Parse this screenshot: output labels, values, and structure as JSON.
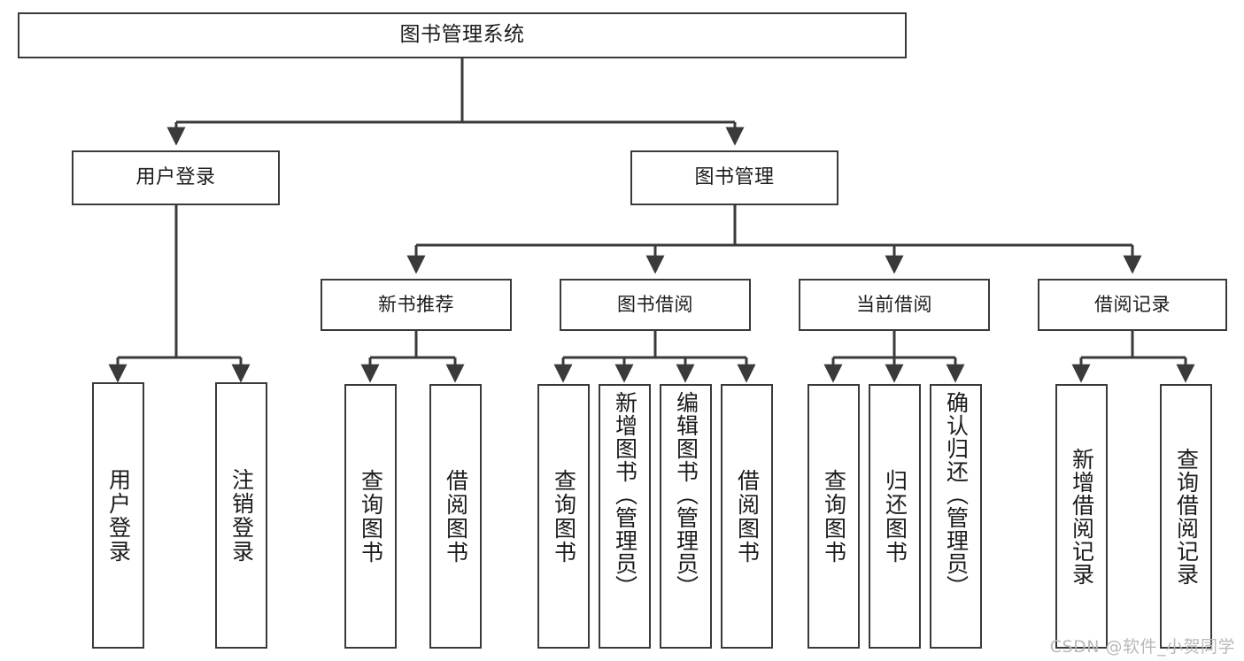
{
  "diagram": {
    "title": "图书管理系统",
    "type": "tree-hierarchy-chart",
    "watermark": "CSDN @软件_小贺同学",
    "root": {
      "label": "图书管理系统"
    },
    "level2": [
      {
        "label": "用户登录"
      },
      {
        "label": "图书管理"
      }
    ],
    "level3": [
      {
        "label": "新书推荐"
      },
      {
        "label": "图书借阅"
      },
      {
        "label": "当前借阅"
      },
      {
        "label": "借阅记录"
      }
    ],
    "leaves": {
      "user_login": [
        {
          "label": "用户登录"
        },
        {
          "label": "注销登录"
        }
      ],
      "new_book_recommend": [
        {
          "label": "查询图书"
        },
        {
          "label": "借阅图书"
        }
      ],
      "book_borrow": [
        {
          "label": "查询图书"
        },
        {
          "label": "新增图书（管理员）"
        },
        {
          "label": "编辑图书（管理员）"
        },
        {
          "label": "借阅图书"
        }
      ],
      "current_borrow": [
        {
          "label": "查询图书"
        },
        {
          "label": "归还图书"
        },
        {
          "label": "确认归还（管理员）"
        }
      ],
      "borrow_record": [
        {
          "label": "新增借阅记录"
        },
        {
          "label": "查询借阅记录"
        }
      ]
    }
  },
  "colors": {
    "stroke": "#3a3a3a",
    "fill": "#ffffff",
    "text": "#1b1b1b",
    "watermark": "#b9b9b9"
  }
}
